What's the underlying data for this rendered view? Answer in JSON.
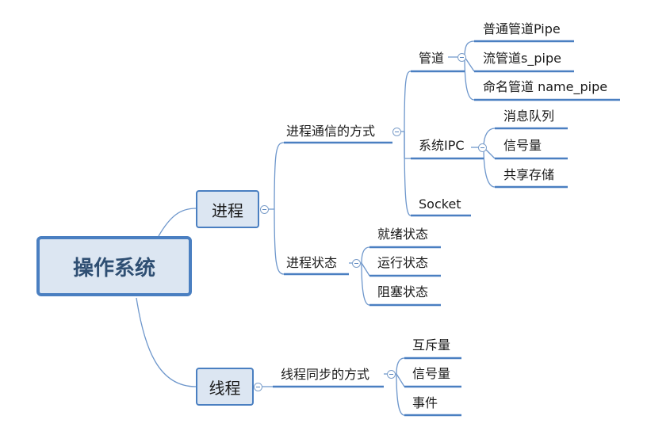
{
  "root": {
    "label": "操作系统"
  },
  "process": {
    "label": "进程",
    "communication": {
      "label": "进程通信的方式",
      "pipe": {
        "label": "管道",
        "items": [
          "普通管道Pipe",
          "流管道s_pipe",
          "命名管道 name_pipe"
        ]
      },
      "ipc": {
        "label": "系统IPC",
        "items": [
          "消息队列",
          "信号量",
          "共享存储"
        ]
      },
      "socket": {
        "label": "Socket"
      }
    },
    "states": {
      "label": "进程状态",
      "items": [
        "就绪状态",
        "运行状态",
        "阻塞状态"
      ]
    }
  },
  "thread": {
    "label": "线程",
    "sync": {
      "label": "线程同步的方式",
      "items": [
        "互斥量",
        "信号量",
        "事件"
      ]
    }
  },
  "colors": {
    "line": "#4a7fc1",
    "node_fill": "#dce6f2",
    "root_text": "#2f4f73"
  }
}
